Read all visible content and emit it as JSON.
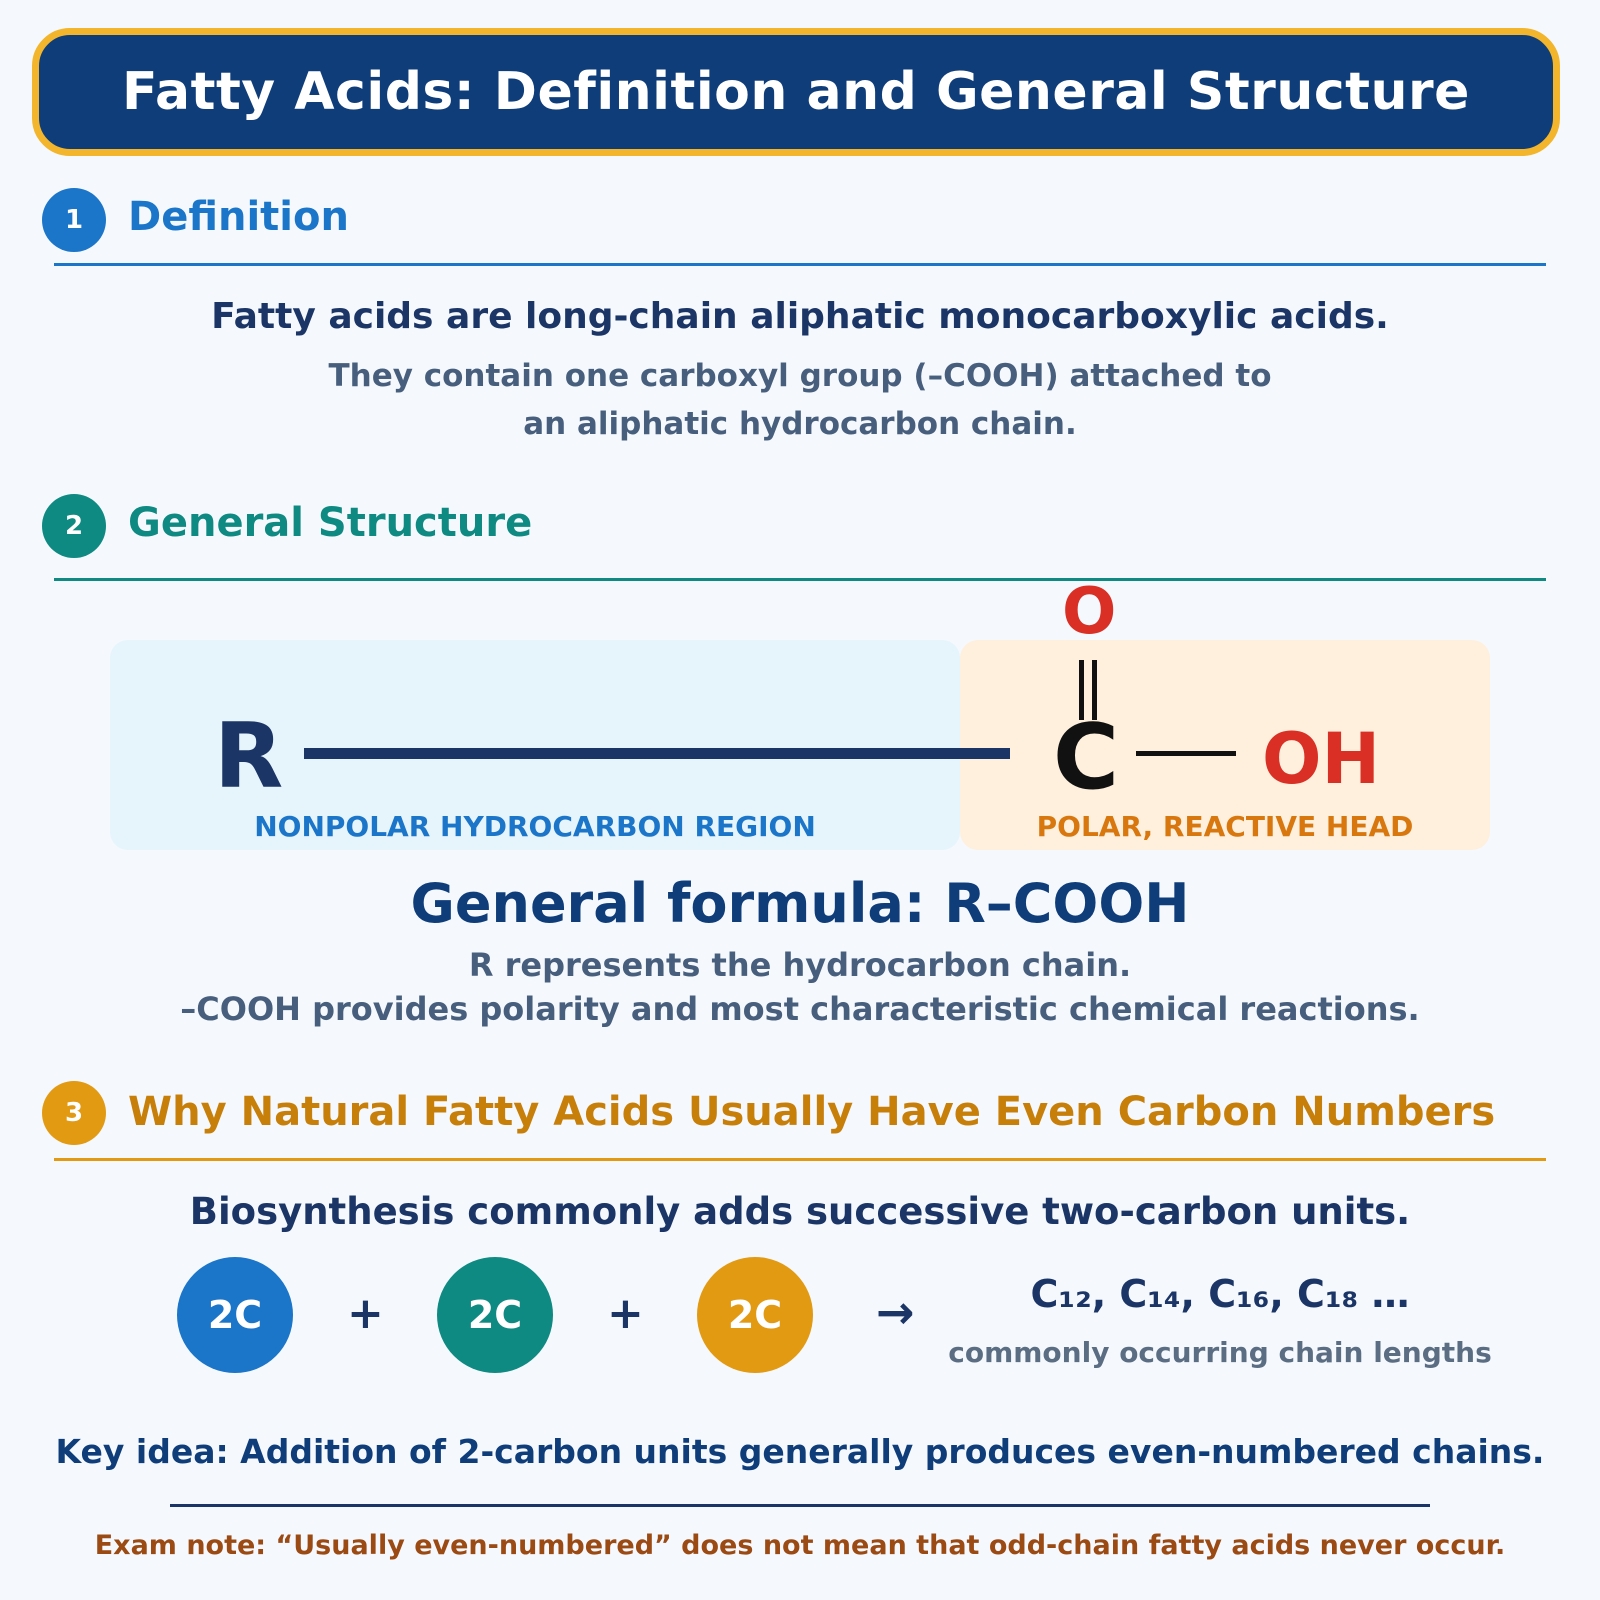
{
  "title": "Fatty Acids: Definition and General Structure",
  "colors": {
    "navy": "#0f3d7a",
    "gold_border": "#f2b52b",
    "blue": "#1b75c9",
    "teal": "#0e8a82",
    "amber": "#e39a13",
    "red": "#d92f24",
    "orange_text": "#d9770f",
    "slate": "#475e7d",
    "brown": "#9c4a14"
  },
  "sections": [
    {
      "number": "1",
      "heading": "Definition"
    },
    {
      "number": "2",
      "heading": "General Structure"
    },
    {
      "number": "3",
      "heading": "Why Natural Fatty Acids Usually Have Even Carbon Numbers"
    }
  ],
  "definition": {
    "main": "Fatty acids are long-chain aliphatic monocarboxylic acids.",
    "sub_line1": "They contain one carboxyl group (–COOH) attached to",
    "sub_line2": "an aliphatic hydrocarbon chain."
  },
  "structure": {
    "r_label": "R",
    "c_label": "C",
    "o_label": "O",
    "oh_label": "OH",
    "nonpolar_label": "NONPOLAR HYDROCARBON REGION",
    "polar_label": "POLAR, REACTIVE HEAD",
    "formula": "General formula: R–COOH",
    "note_line1": "R represents the hydrocarbon chain.",
    "note_line2": "–COOH provides polarity and most characteristic chemical reactions."
  },
  "even_carbons": {
    "lead": "Biosynthesis commonly adds successive two-carbon units.",
    "units": [
      "2C",
      "2C",
      "2C"
    ],
    "plus": "+",
    "arrow": "→",
    "result": "C₁₂, C₁₄, C₁₆, C₁₈ …",
    "result_caption": "commonly occurring chain lengths",
    "key_idea": "Key idea: Addition of 2-carbon units generally produces even-numbered chains.",
    "exam_note": "Exam note: “Usually even-numbered” does not mean that odd-chain fatty acids never occur."
  }
}
